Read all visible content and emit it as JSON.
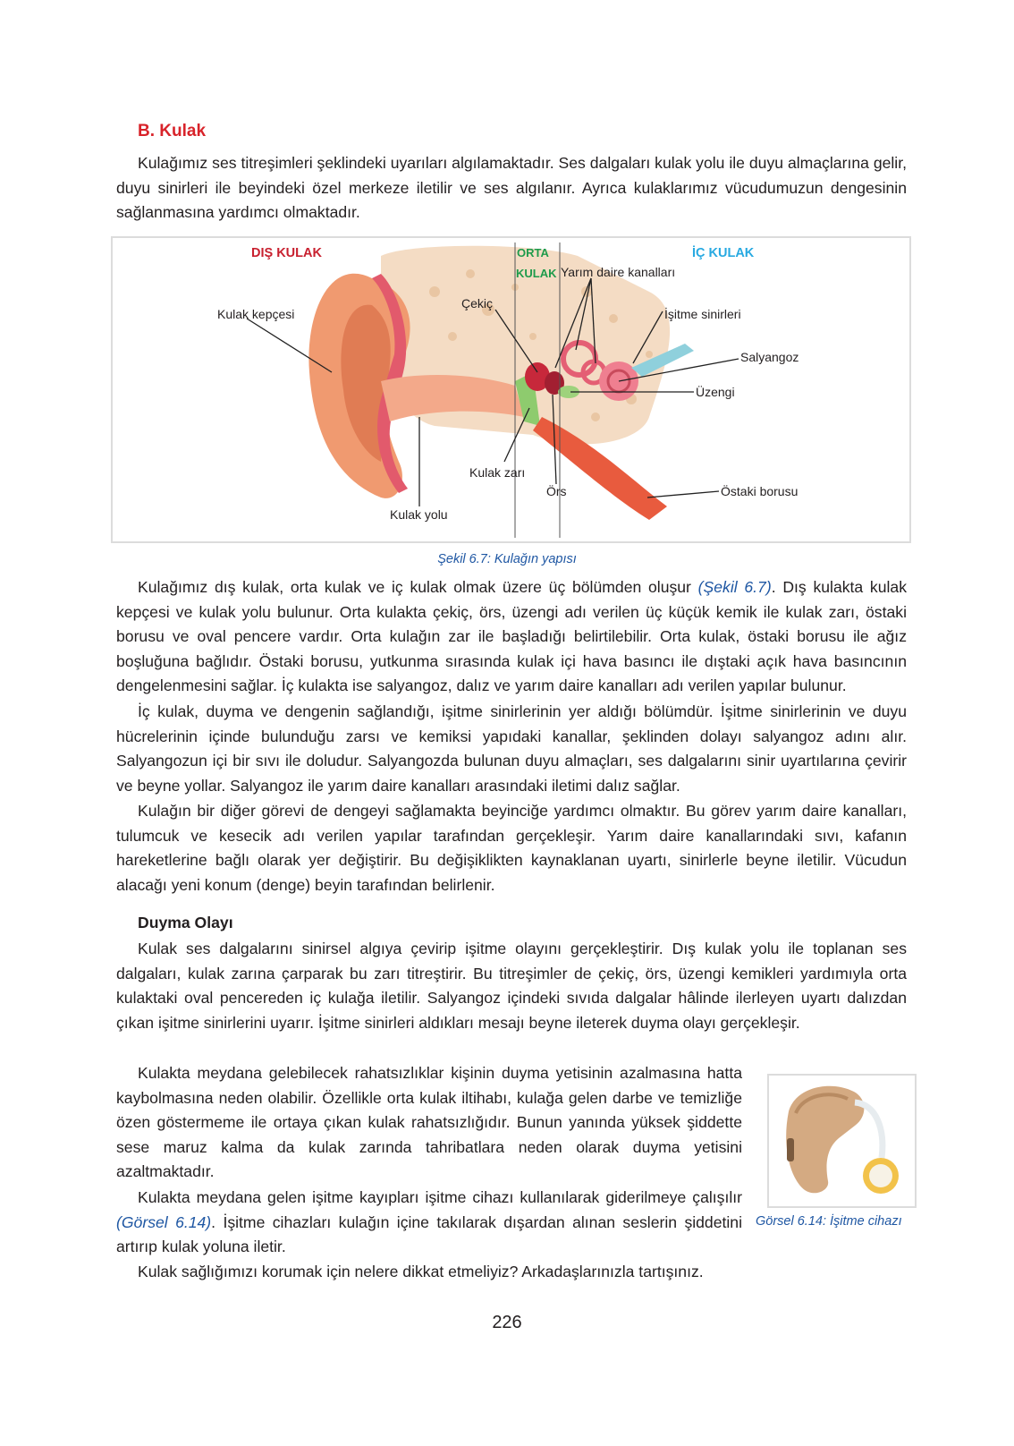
{
  "section_title": "B. Kulak",
  "intro_paragraph": "Kulağımız ses titreşimleri şeklindeki uyarıları algılamaktadır. Ses dalgaları kulak yolu ile duyu almaçlarına gelir, duyu sinirleri ile beyindeki özel merkeze iletilir ve ses algılanır. Ayrıca kulaklarımız vücudumuzun dengesinin sağlanmasına yardımcı olmaktadır.",
  "figure": {
    "region_labels": {
      "outer": "DIŞ KULAK",
      "middle_1": "ORTA",
      "middle_2": "KULAK",
      "inner": "İÇ KULAK"
    },
    "region_colors": {
      "outer": "#c8202f",
      "middle": "#1e9b4b",
      "inner": "#27a9e1"
    },
    "labels": {
      "auricle": "Kulak kepçesi",
      "hammer": "Çekiç",
      "semicircular": "Yarım daire kanalları",
      "nerves": "İşitme sinirleri",
      "cochlea": "Salyangoz",
      "stirrup": "Üzengi",
      "eardrum": "Kulak zarı",
      "anvil": "Örs",
      "eustachian": "Östaki borusu",
      "ear_canal": "Kulak yolu"
    },
    "caption": "Şekil 6.7: Kulağın yapısı"
  },
  "paragraph_2": {
    "before_ref": "Kulağımız dış kulak, orta kulak ve iç kulak olmak üzere üç bölümden oluşur ",
    "ref": "(Şekil 6.7)",
    "after_ref": ". Dış kulakta kulak kepçesi ve kulak yolu bulunur. Orta kulakta çekiç, örs, üzengi adı verilen üç küçük kemik ile kulak zarı, östaki borusu ve oval pencere vardır. Orta kulağın zar ile başladığı belirtilebilir. Orta kulak, östaki borusu ile ağız boşluğuna bağlıdır. Östaki borusu, yutkunma sırasında kulak içi hava basıncı ile dıştaki açık hava basıncının dengelenmesini sağlar. İç kulakta ise salyangoz, dalız ve yarım daire kanalları adı verilen yapılar bulunur."
  },
  "paragraph_3": "İç kulak, duyma ve dengenin sağlandığı, işitme sinirlerinin yer aldığı bölümdür. İşitme sinirlerinin ve duyu hücrelerinin içinde bulunduğu zarsı ve kemiksi yapıdaki kanallar, şeklinden dolayı salyangoz adını alır. Salyangozun içi bir sıvı ile doludur. Salyangozda bulunan duyu almaçları, ses dalgalarını sinir uyartılarına çevirir ve beyne yollar. Salyangoz ile yarım daire kanalları arasındaki iletimi dalız sağlar.",
  "paragraph_4": "Kulağın bir diğer görevi de dengeyi sağlamakta beyinciğe yardımcı olmaktır. Bu görev yarım daire kanalları, tulumcuk ve kesecik adı verilen yapılar tarafından gerçekleşir. Yarım daire kanallarındaki sıvı, kafanın hareketlerine bağlı olarak yer değiştirir. Bu değişiklikten kaynaklanan uyartı, sinirlerle beyne iletilir. Vücudun alacağı yeni konum (denge) beyin tarafından belirlenir.",
  "subheading": "Duyma Olayı",
  "paragraph_5": "Kulak ses dalgalarını sinirsel algıya çevirip işitme olayını gerçekleştirir. Dış kulak yolu ile toplanan ses dalgaları, kulak zarına çarparak bu zarı titreştirir. Bu titreşimler de çekiç, örs, üzengi kemikleri yardımıyla orta kulaktaki oval pencereden iç kulağa iletilir. Salyangoz içindeki sıvıda dalgalar hâlinde ilerleyen uyartı dalızdan çıkan işitme sinirlerini uyarır. İşitme sinirleri aldıkları mesajı beyne ileterek duyma olayı gerçekleşir.",
  "paragraph_6": "Kulakta meydana gelebilecek rahatsızlıklar kişinin duyma yetisinin azalmasına hatta kaybolmasına neden olabilir. Özellikle orta kulak iltihabı, kulağa gelen darbe ve temizliğe özen göstermeme ile ortaya çıkan kulak rahatsızlığıdır. Bunun yanında yüksek şiddette sese maruz kalma da kulak zarında tahribatlara neden olarak duyma yetisini azaltmaktadır.",
  "paragraph_7": {
    "before_ref": "Kulakta meydana gelen işitme kayıpları işitme cihazı kullanılarak giderilmeye çalışılır ",
    "ref": "(Görsel 6.14)",
    "after_ref": ". İşitme cihazları kulağın içine takılarak dışardan alınan seslerin şiddetini artırıp kulak yoluna iletir."
  },
  "paragraph_8": "Kulak sağlığımızı korumak için nelere dikkat etmeliyiz? Arkadaşlarınızla tartışınız.",
  "device_caption": "Görsel 6.14: İşitme cihazı",
  "page_number": "226"
}
